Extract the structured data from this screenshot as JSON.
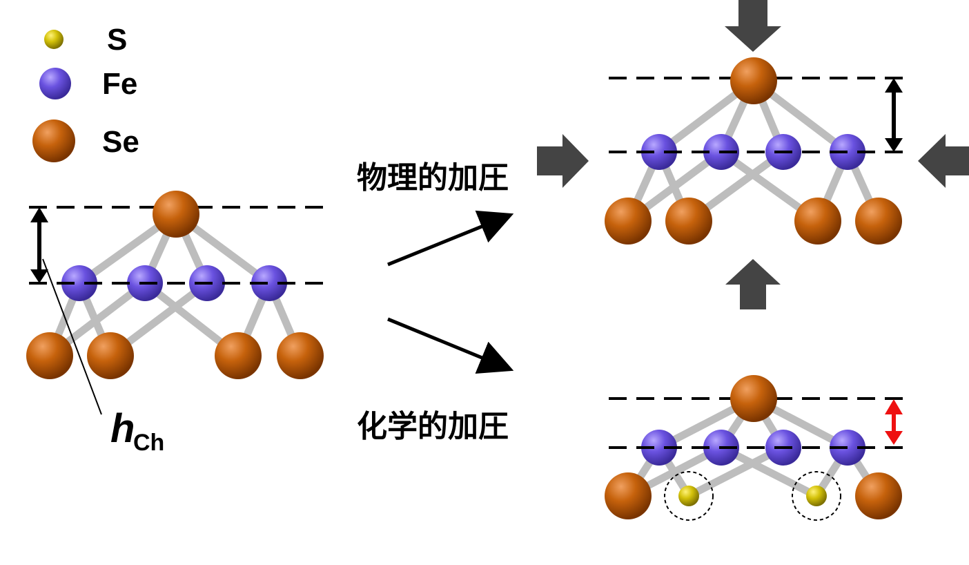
{
  "legend": {
    "items": [
      {
        "label": "S",
        "element": "S"
      },
      {
        "label": "Fe",
        "element": "Fe"
      },
      {
        "label": "Se",
        "element": "Se"
      }
    ]
  },
  "labels": {
    "physical_pressure": "物理的加圧",
    "chemical_pressure": "化学的加圧",
    "height_symbol": "h",
    "height_subscript": "Ch"
  },
  "colors": {
    "S": "#d4c20a",
    "Fe": "#6a52e0",
    "Se": "#c6620c",
    "bond": "#bdbdbd",
    "pressure_arrow": "#444444",
    "chemical_height_arrow": "#ee1111"
  }
}
